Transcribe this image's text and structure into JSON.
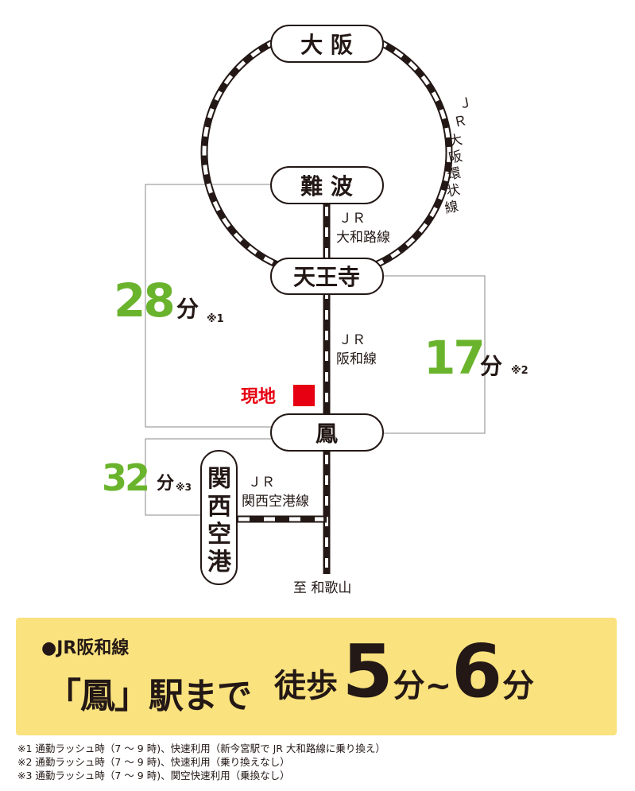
{
  "stations": {
    "osaka": "大 阪",
    "namba": "難 波",
    "tennoji": "天王寺",
    "otori": "鳳",
    "kansai_airport": [
      "関",
      "西",
      "空",
      "港"
    ]
  },
  "lines": {
    "loop": [
      "Ｊ",
      "Ｒ",
      "大",
      "阪",
      "環",
      "状",
      "線"
    ],
    "yamatoji": [
      "ＪＲ",
      "大和路線"
    ],
    "hanwa": [
      "ＪＲ",
      "阪和線"
    ],
    "kansai_airport": [
      "ＪＲ",
      "関西空港線"
    ],
    "to_wakayama": "至 和歌山"
  },
  "times": {
    "namba": {
      "value": "28",
      "unit": "分",
      "note": "※1"
    },
    "tennoji": {
      "value": "17",
      "unit": "分",
      "note": "※2"
    },
    "kansai_airport": {
      "value": "32",
      "unit": "分",
      "note": "※3"
    }
  },
  "current_location": "現地",
  "summary": {
    "line": "●JR阪和線",
    "destination": "「鳳」駅まで",
    "walk_label": "徒歩",
    "min_value": "5",
    "unit1": "分",
    "tilde": "~",
    "max_value": "6",
    "unit2": "分"
  },
  "footnotes": [
    "※1 通勤ラッシュ時（7 ～ 9 時)、快速利用（新今宮駅で JR 大和路線に乗り換え）",
    "※2 通勤ラッシュ時（7 ～ 9 時)、快速利用（乗り換えなし）",
    "※3 通勤ラッシュ時（7 ～ 9 時)、関空快速利用（乗換なし）"
  ],
  "colors": {
    "green": "#6ab42d",
    "red": "#e60012",
    "yellow": "#fae27e"
  }
}
